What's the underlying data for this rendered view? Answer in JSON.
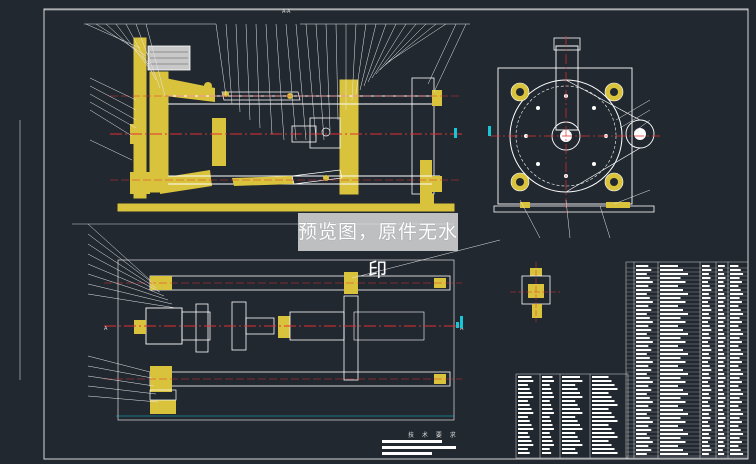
{
  "drawing": {
    "section_label": "A-A",
    "section_marker": "A",
    "watermark": "预览图，原件无水印",
    "tech_requirements": "技 术 要 求"
  },
  "colors": {
    "background": "#212830",
    "frame": "#d8d8d8",
    "part_fill": "#d9c23c",
    "centerline": "#e03030",
    "leader": "#e8e8e8",
    "dimension": "#19c6d6",
    "highlight": "#ffffff"
  },
  "icons": {
    "watermark": "watermark-overlay"
  }
}
